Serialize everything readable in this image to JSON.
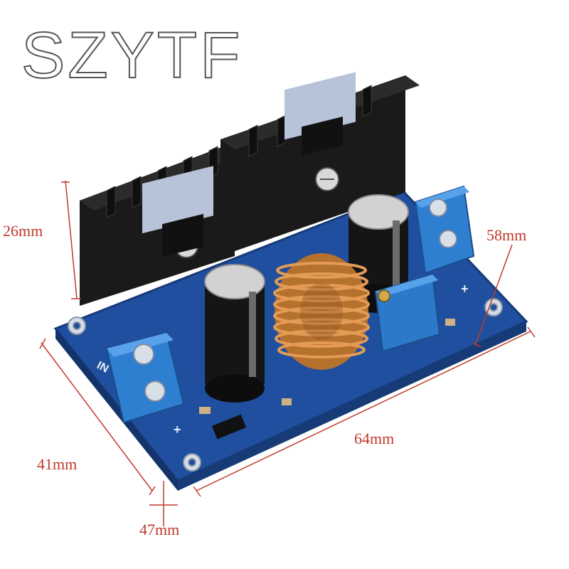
{
  "brand_watermark": "SZYTF",
  "dimensions": {
    "heatsink_height": "26mm",
    "board_width_top": "58mm",
    "board_length": "64mm",
    "board_depth": "41mm",
    "board_depth_with_terminal": "47mm"
  },
  "board_markings": {
    "input_label": "IN",
    "output_plus": "+",
    "input_plus": "+"
  },
  "colors": {
    "pcb": "#1f4f9e",
    "terminal": "#2f7fd1",
    "dimension_lines": "#c0392b",
    "heatsink": "#1a1a1a",
    "coil_copper": "#c07a34"
  }
}
